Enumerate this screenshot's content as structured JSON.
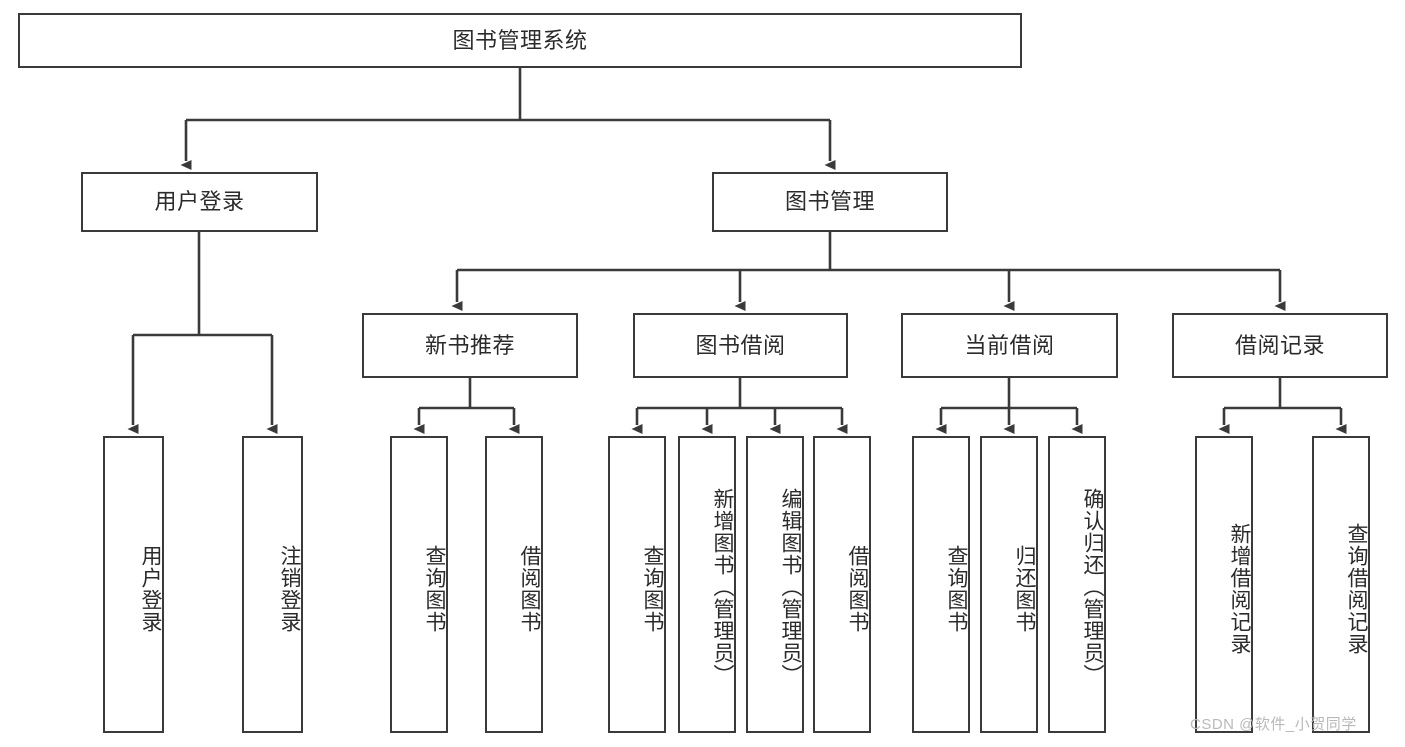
{
  "diagram": {
    "title": "图书管理系统",
    "type": "tree-hierarchy",
    "root": {
      "label": "图书管理系统"
    },
    "level2": [
      {
        "label": "用户登录"
      },
      {
        "label": "图书管理"
      }
    ],
    "level3": [
      {
        "label": "新书推荐"
      },
      {
        "label": "图书借阅"
      },
      {
        "label": "当前借阅"
      },
      {
        "label": "借阅记录"
      }
    ],
    "leaves": {
      "user_login": [
        {
          "label": "用户登录"
        },
        {
          "label": "注销登录"
        }
      ],
      "new_book_recommend": [
        {
          "label": "查询图书"
        },
        {
          "label": "借阅图书"
        }
      ],
      "book_borrow": [
        {
          "label": "查询图书"
        },
        {
          "label": "新增图书（管理员）"
        },
        {
          "label": "编辑图书（管理员）"
        },
        {
          "label": "借阅图书"
        }
      ],
      "current_borrow": [
        {
          "label": "查询图书"
        },
        {
          "label": "归还图书"
        },
        {
          "label": "确认归还（管理员）"
        }
      ],
      "borrow_records": [
        {
          "label": "新增借阅记录"
        },
        {
          "label": "查询借阅记录"
        }
      ]
    }
  },
  "watermark": {
    "text": "CSDN @软件_小贺同学"
  },
  "colors": {
    "stroke": "#3a3a3a",
    "text": "#2b2b2b",
    "background": "#ffffff",
    "watermark": "#b9b9b9"
  }
}
